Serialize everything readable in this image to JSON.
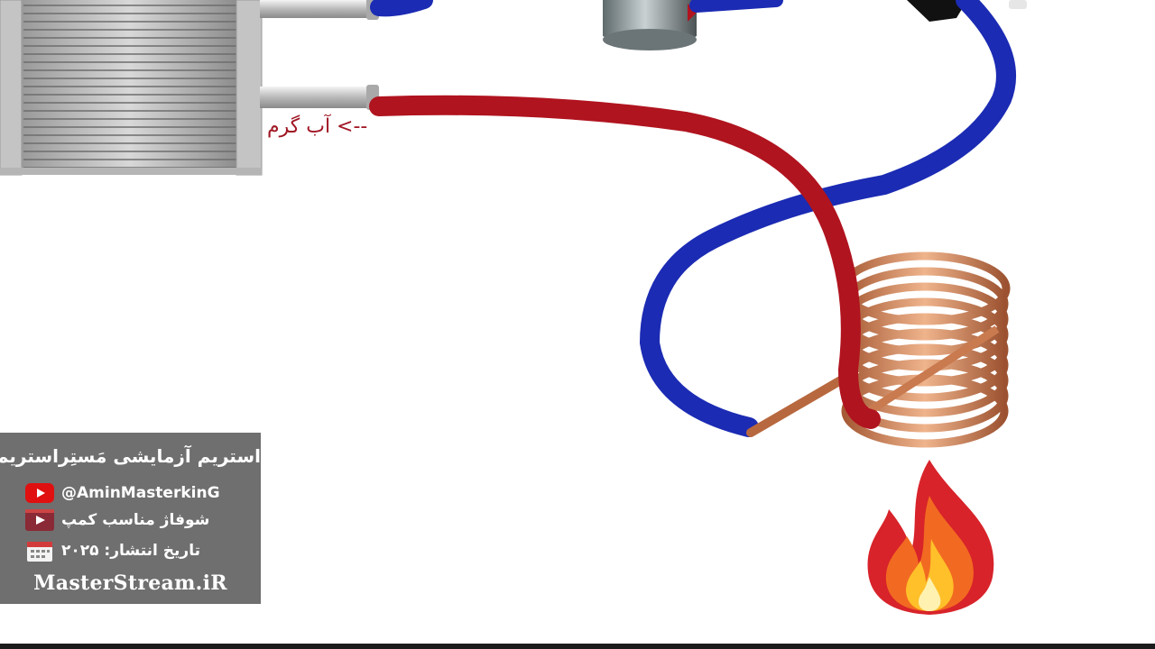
{
  "label_hot_water": "--> آب گرم",
  "info": {
    "title": "استریم آزمایشی مَستِراستریم",
    "youtube_handle": "@AminMasterkinG",
    "topic": "شوفاژ مناسب کمپ",
    "publish_date": "تاریخ انتشار: ۲۰۲۵",
    "website": "MasterStream.iR"
  },
  "colors": {
    "hot_pipe": "#b0141f",
    "cold_pipe": "#1b2bb3",
    "copper": "#c8774b",
    "info_bg": "#6f6f6f",
    "youtube_red": "#e01010"
  },
  "icons": [
    "youtube-icon",
    "video-play-icon",
    "calendar-icon",
    "fire-icon"
  ]
}
